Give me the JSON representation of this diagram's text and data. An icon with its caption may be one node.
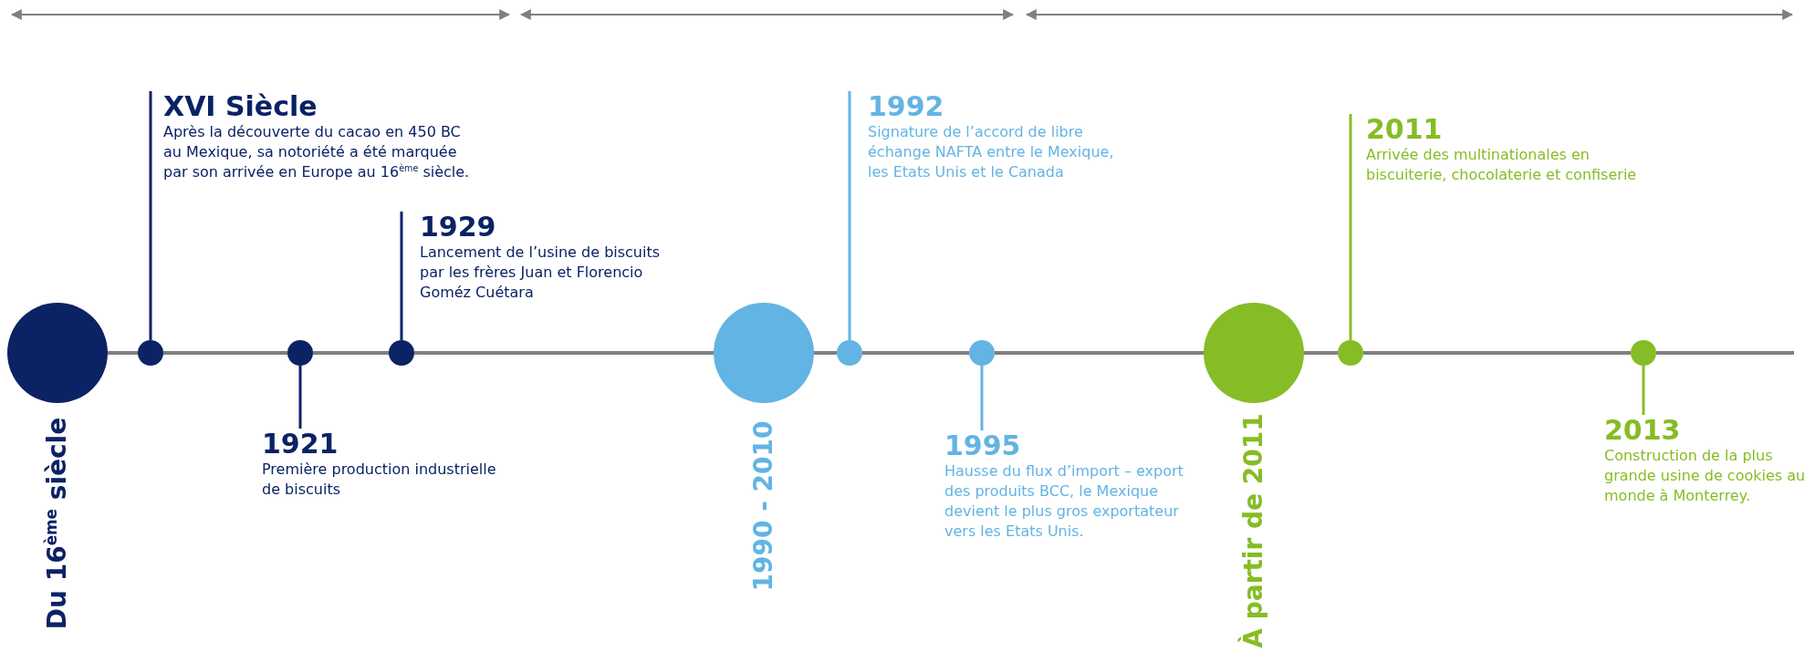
{
  "diagram": {
    "nodes": [
      {
        "text": [],
        "shape": "circle",
        "beside": [
          "Du 16$^{ème}$ siècle"
        ]
      },
      {
        "text": [],
        "shape": "circle"
      },
      {
        "text": [
          "XVI Siècle",
          "Après la découverte du cacao en 450 BC au Mexique, sa notoriété a été marquée par son arrivée en Europe au 16$^{ème}$ siècle."
        ]
      },
      {
        "text": [],
        "shape": "circle"
      },
      {
        "text": [
          "1921",
          "Première production industrielle de biscuits"
        ]
      },
      {
        "text": [],
        "shape": "circle"
      },
      {
        "text": [
          "1929",
          "Lancement de l’usine de biscuits par les frères Juan et Florencio Goméz Cuétara"
        ]
      },
      {
        "text": [],
        "shape": "circle",
        "beside": [
          "1990 - 2010"
        ]
      },
      {
        "text": [],
        "shape": "circle"
      },
      {
        "text": [
          "1992",
          "Signature de l’accord de libre échange NAFTA entre le Mexique, les Etats Unis et le Canada"
        ]
      },
      {
        "text": [],
        "shape": "circle"
      },
      {
        "text": [
          "1995",
          "Hausse du flux d’import – export des produits BCC, le Mexique devient le plus gros exportateur vers les Etats Unis."
        ]
      },
      {
        "text": [],
        "shape": "circle",
        "beside": [
          "À partir de 2011"
        ]
      },
      {
        "text": [],
        "shape": "circle"
      },
      {
        "text": [
          "2011",
          "Arrivée des multinationales en biscuiterie, chocolaterie et confiserie"
        ]
      },
      {
        "text": [],
        "shape": "circle"
      },
      {
        "text": [
          "2013",
          "Construction de la plus grande usine de cookies au monde à Monterrey."
        ]
      }
    ],
    "edges": [
      {
        "from": 0,
        "to": 1,
        "arrow": "none"
      },
      {
        "from": 1,
        "to": 3,
        "arrow": "none"
      },
      {
        "from": 3,
        "to": 5,
        "arrow": "none"
      },
      {
        "from": 5,
        "to": 7,
        "arrow": "none"
      },
      {
        "from": 7,
        "to": 8,
        "arrow": "none"
      },
      {
        "from": 8,
        "to": 10,
        "arrow": "none"
      },
      {
        "from": 10,
        "to": 12,
        "arrow": "none"
      },
      {
        "from": 12,
        "to": 13,
        "arrow": "none"
      },
      {
        "from": 13,
        "to": 15,
        "arrow": "none"
      },
      {
        "from": 15,
        "to": null,
        "arrow": "none"
      },
      {
        "from": 1,
        "to": 2,
        "arrow": "none",
        "color": "#0b2265"
      },
      {
        "from": 3,
        "to": 4,
        "arrow": "none",
        "color": "#0b2265"
      },
      {
        "from": 5,
        "to": 6,
        "arrow": "none",
        "color": "#0b2265"
      },
      {
        "from": 8,
        "to": 9,
        "arrow": "none",
        "color": "#62b4e4"
      },
      {
        "from": 10,
        "to": 11,
        "arrow": "none",
        "color": "#62b4e4"
      },
      {
        "from": 13,
        "to": 14,
        "arrow": "none",
        "color": "#86bc25"
      },
      {
        "from": 15,
        "to": 16,
        "arrow": "none",
        "color": "#86bc25"
      }
    ]
  }
}
